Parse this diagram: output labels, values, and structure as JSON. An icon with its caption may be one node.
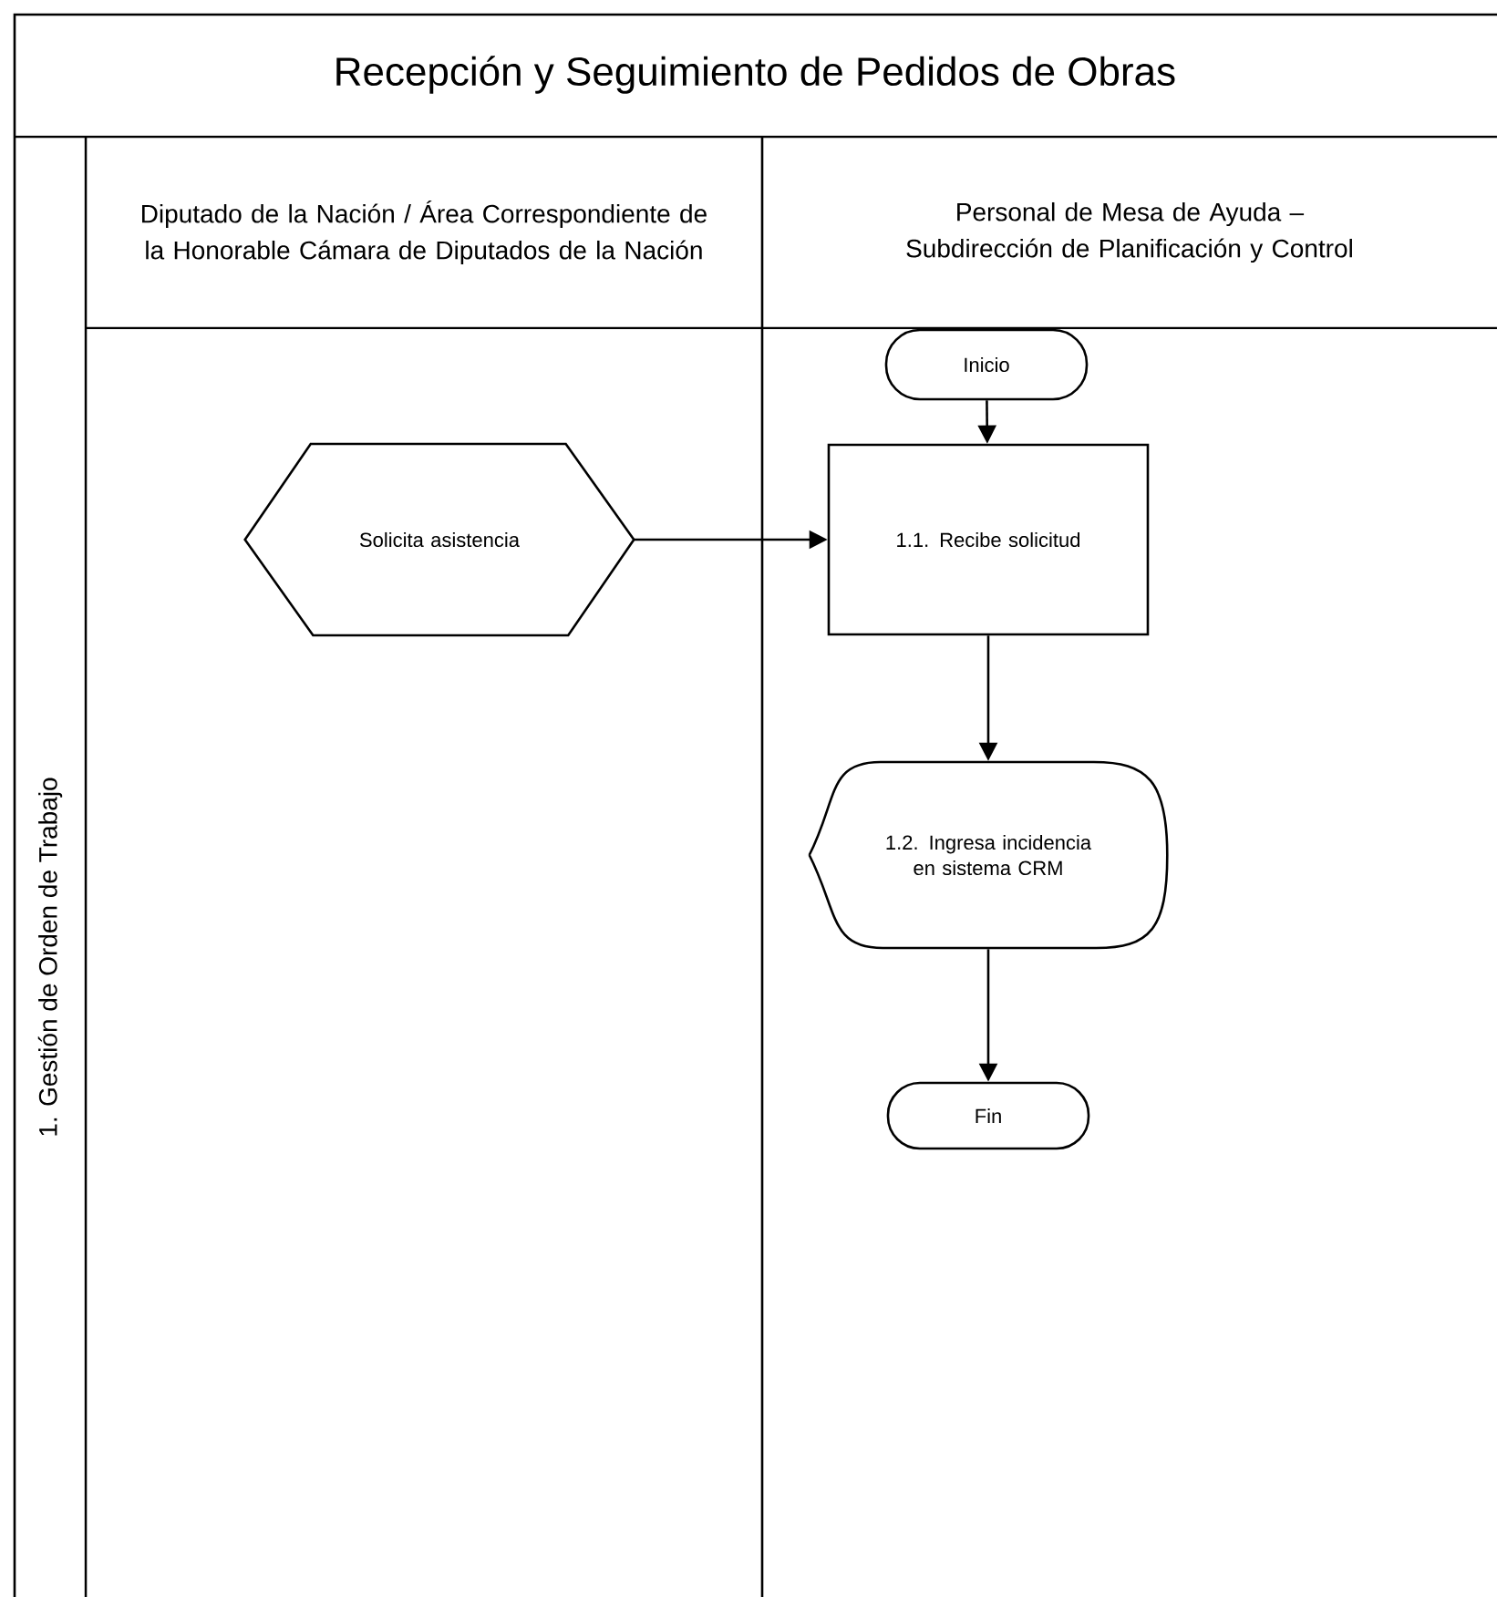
{
  "diagram": {
    "title": "Recepción y Seguimiento de Pedidos de Obras",
    "nodes": [
      {
        "text": [
          "1. Gestión de Orden de Trabajo"
        ]
      },
      {
        "text": [
          "Diputado de la Nación / Área Correspondiente de la Honorable Cámara de Diputados de la Nación"
        ]
      },
      {
        "text": [
          "Personal de Mesa de Ayuda – Subdirección de Planificación y Control"
        ]
      },
      {
        "text": [
          "Inicio"
        ]
      },
      {
        "text": [
          "Solicita asistencia"
        ]
      },
      {
        "text": [
          "1.1. Recibe solicitud"
        ]
      },
      {
        "text": [
          "1.2. Ingresa incidencia en sistema CRM"
        ]
      },
      {
        "text": [
          "Fin"
        ]
      }
    ],
    "edges": [
      {
        "from": 3,
        "to": 5,
        "arrow": "to"
      },
      {
        "from": 4,
        "to": 5,
        "arrow": "to"
      },
      {
        "from": 5,
        "to": 6,
        "arrow": "to"
      },
      {
        "from": 6,
        "to": 7,
        "arrow": "to"
      }
    ]
  }
}
